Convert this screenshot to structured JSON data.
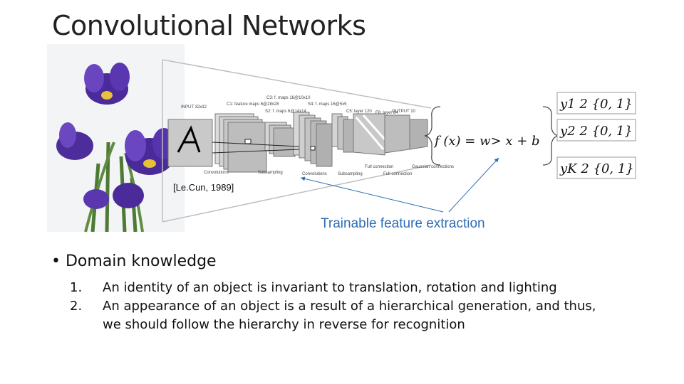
{
  "slide": {
    "title": "Convolutional Networks",
    "bullet": "Domain knowledge",
    "items": [
      {
        "num": "1.",
        "text": "An identity of an object is invariant to translation, rotation and lighting"
      },
      {
        "num": "2.",
        "text": "An appearance of an object is a result of a hierarchical generation, and thus, we should follow the hierarchy in reverse for recognition"
      }
    ]
  },
  "figure": {
    "citation": "[Le.Cun, 1989]",
    "caption": "Trainable feature extraction",
    "caption_color": "#2f6db5",
    "formula": "f (x) = w> x + b",
    "outputs": [
      "y1 2 {0, 1}",
      "y2 2 {0, 1}",
      "yK 2 {0, 1}"
    ],
    "lenet_labels": {
      "input": "INPUT 32x32",
      "c1": "C1: feature maps 6@28x28",
      "s2": "S2: f. maps 6@14x14",
      "c3": "C3: f. maps 16@10x10",
      "s4": "S4: f. maps 16@5x5",
      "c5": "C5: layer 120",
      "f6": "F6: layer 84",
      "output": "OUTPUT 10",
      "convolutions": "Convolutions",
      "subsampling": "Subsampling",
      "convolutions2": "Convolutions",
      "subsampling2": "Subsampling",
      "full1": "Full connection",
      "full2": "Full connection",
      "gaussian": "Gaussian connections"
    }
  }
}
